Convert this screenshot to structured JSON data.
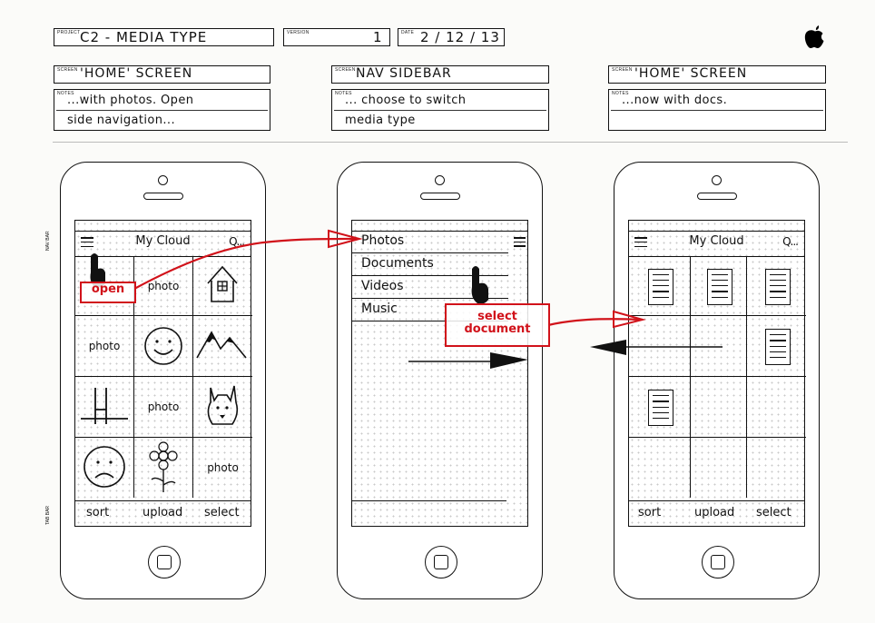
{
  "header": {
    "project_caption": "PROJECT",
    "project_value": "C2 - MEDIA TYPE",
    "version_caption": "VERSION",
    "version_value": "1",
    "date_caption": "DATE",
    "date_value": "2 / 12 / 13"
  },
  "panels": [
    {
      "screen_caption": "SCREEN",
      "screen_value": "'HOME' SCREEN",
      "notes_caption": "NOTES",
      "notes_line1": "...with photos. Open",
      "notes_line2": "side navigation..."
    },
    {
      "screen_caption": "SCREEN",
      "screen_value": "NAV SIDEBAR",
      "notes_caption": "NOTES",
      "notes_line1": "... choose to switch",
      "notes_line2": "media type"
    },
    {
      "screen_caption": "SCREEN",
      "screen_value": "'HOME' SCREEN",
      "notes_caption": "NOTES",
      "notes_line1": "...now with docs.",
      "notes_line2": ""
    }
  ],
  "side_tags": {
    "nav_bar": "NAV BAR",
    "tab_bar": "TAB BAR"
  },
  "phone1": {
    "title": "My Cloud",
    "search": "Q...",
    "cells": [
      "",
      "photo",
      "house",
      "photo",
      "smiley",
      "mountains",
      "pillars",
      "photo",
      "dog",
      "sad-face",
      "flower",
      "photo"
    ],
    "tabs": {
      "sort": "sort",
      "upload": "upload",
      "select": "select"
    },
    "annotation": "open"
  },
  "phone2": {
    "items": [
      "Photos",
      "Documents",
      "Videos",
      "Music"
    ],
    "annotation_line1": "select",
    "annotation_line2": "document"
  },
  "phone3": {
    "title": "My Cloud",
    "search": "Q...",
    "tabs": {
      "sort": "sort",
      "upload": "upload",
      "select": "select"
    }
  },
  "colors": {
    "ink": "#111111",
    "annotation_red": "#d1121a",
    "paper": "#fbfbf9"
  },
  "icons": [
    "apple-logo-icon",
    "hamburger-icon",
    "search-icon",
    "document-icon",
    "pointing-hand-icon",
    "arrow-icon"
  ]
}
